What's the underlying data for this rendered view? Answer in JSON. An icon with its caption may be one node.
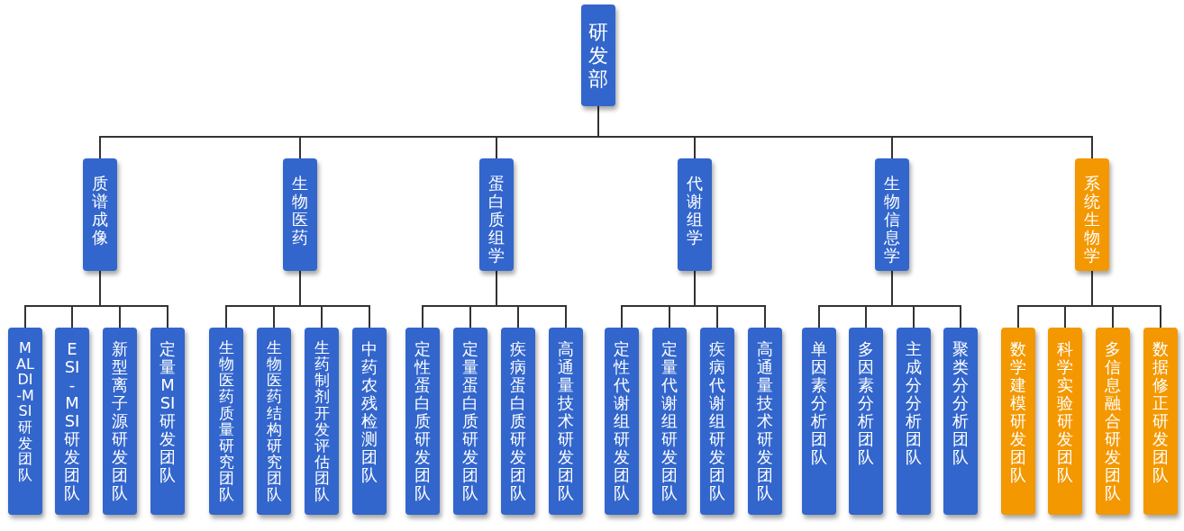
{
  "diagram": {
    "nodes": [
      {
        "text": [
          "研发部"
        ]
      },
      {
        "text": [
          "质谱成像"
        ]
      },
      {
        "text": [
          "生物医药"
        ]
      },
      {
        "text": [
          "蛋白质组学"
        ]
      },
      {
        "text": [
          "代谢组学"
        ]
      },
      {
        "text": [
          "生物信息学"
        ]
      },
      {
        "text": [
          "系统生物学"
        ]
      },
      {
        "text": [
          "MALDI-MSI研发团队"
        ]
      },
      {
        "text": [
          "ESI-MSI研发团队"
        ]
      },
      {
        "text": [
          "新型离子源研发团队"
        ]
      },
      {
        "text": [
          "定量 MSI 研发团队"
        ]
      },
      {
        "text": [
          "生物医药质量研究团队"
        ]
      },
      {
        "text": [
          "生物医药结构研究团队"
        ]
      },
      {
        "text": [
          "生药制剂开发评估团队"
        ]
      },
      {
        "text": [
          "中药农残检测团队"
        ]
      },
      {
        "text": [
          "定性蛋白质研发团队"
        ]
      },
      {
        "text": [
          "定量蛋白质研发团队"
        ]
      },
      {
        "text": [
          "疾病蛋白质研发团队"
        ]
      },
      {
        "text": [
          "高通量技术研发团队"
        ]
      },
      {
        "text": [
          "定性代谢组研发团队"
        ]
      },
      {
        "text": [
          "定量代谢组研发团队"
        ]
      },
      {
        "text": [
          "疾病代谢组研发团队"
        ]
      },
      {
        "text": [
          "高通量技术研发团队"
        ]
      },
      {
        "text": [
          "单因素分析团队"
        ]
      },
      {
        "text": [
          "多因素分析团队"
        ]
      },
      {
        "text": [
          "主成分分析团队"
        ]
      },
      {
        "text": [
          "聚类分分析团队"
        ]
      },
      {
        "text": [
          "数学建模研发团队"
        ]
      },
      {
        "text": [
          "科学实验研发团队"
        ]
      },
      {
        "text": [
          "多信息融合研发团队"
        ]
      },
      {
        "text": [
          "数据修正研发团队"
        ]
      }
    ],
    "edges": [
      {
        "from": 0,
        "to": 1,
        "arrow": "none"
      },
      {
        "from": 0,
        "to": 2,
        "arrow": "none"
      },
      {
        "from": 0,
        "to": 3,
        "arrow": "none"
      },
      {
        "from": 0,
        "to": 4,
        "arrow": "none"
      },
      {
        "from": 0,
        "to": 5,
        "arrow": "none"
      },
      {
        "from": 0,
        "to": 6,
        "arrow": "none"
      },
      {
        "from": 1,
        "to": 7,
        "arrow": "none"
      },
      {
        "from": 1,
        "to": 8,
        "arrow": "none"
      },
      {
        "from": 1,
        "to": 9,
        "arrow": "none"
      },
      {
        "from": 1,
        "to": 10,
        "arrow": "none"
      },
      {
        "from": 2,
        "to": 11,
        "arrow": "none"
      },
      {
        "from": 2,
        "to": 12,
        "arrow": "none"
      },
      {
        "from": 2,
        "to": 13,
        "arrow": "none"
      },
      {
        "from": 2,
        "to": 14,
        "arrow": "none"
      },
      {
        "from": 3,
        "to": 15,
        "arrow": "none"
      },
      {
        "from": 3,
        "to": 16,
        "arrow": "none"
      },
      {
        "from": 3,
        "to": 17,
        "arrow": "none"
      },
      {
        "from": 3,
        "to": 18,
        "arrow": "none"
      },
      {
        "from": 4,
        "to": 19,
        "arrow": "none"
      },
      {
        "from": 4,
        "to": 20,
        "arrow": "none"
      },
      {
        "from": 4,
        "to": 21,
        "arrow": "none"
      },
      {
        "from": 4,
        "to": 22,
        "arrow": "none"
      },
      {
        "from": 5,
        "to": 23,
        "arrow": "none"
      },
      {
        "from": 5,
        "to": 24,
        "arrow": "none"
      },
      {
        "from": 5,
        "to": 25,
        "arrow": "none"
      },
      {
        "from": 5,
        "to": 26,
        "arrow": "none"
      },
      {
        "from": 6,
        "to": 27,
        "arrow": "none"
      },
      {
        "from": 6,
        "to": 28,
        "arrow": "none"
      },
      {
        "from": 6,
        "to": 29,
        "arrow": "none"
      },
      {
        "from": 6,
        "to": 30,
        "arrow": "none"
      }
    ]
  }
}
